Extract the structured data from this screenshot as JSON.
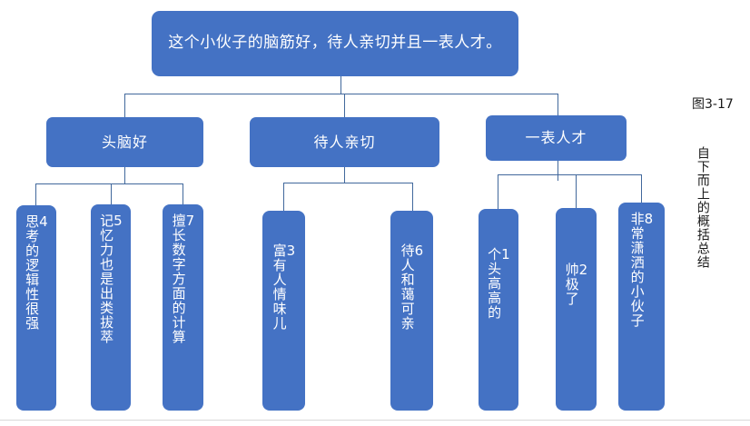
{
  "figure": {
    "caption_label": "图3-17",
    "caption_text": "自下而上的概括总结"
  },
  "colors": {
    "box_fill": "#4472C4",
    "box_text": "#ffffff",
    "connector": "#41689C",
    "caption_text": "#1a1a1a",
    "page_rule": "#d9d9d9"
  },
  "diagram": {
    "root": {
      "text": "这个小伙子的脑筋好，待人亲切并且一表人才。"
    },
    "categories": [
      {
        "text": "头脑好"
      },
      {
        "text": "待人亲切"
      },
      {
        "text": "一表人才"
      }
    ],
    "leaves": [
      {
        "number": "4",
        "text": "思考的逻辑性很强"
      },
      {
        "number": "5",
        "text": "记忆力也是出类拔萃"
      },
      {
        "number": "7",
        "text": "擅长数字方面的计算"
      },
      {
        "number": "3",
        "text": "富有人情味儿"
      },
      {
        "number": "6",
        "text": "待人和蔼可亲"
      },
      {
        "number": "1",
        "text": "个头高高的"
      },
      {
        "number": "2",
        "text": "帅极了"
      },
      {
        "number": "8",
        "text": "非常潇洒的小伙子"
      }
    ]
  }
}
